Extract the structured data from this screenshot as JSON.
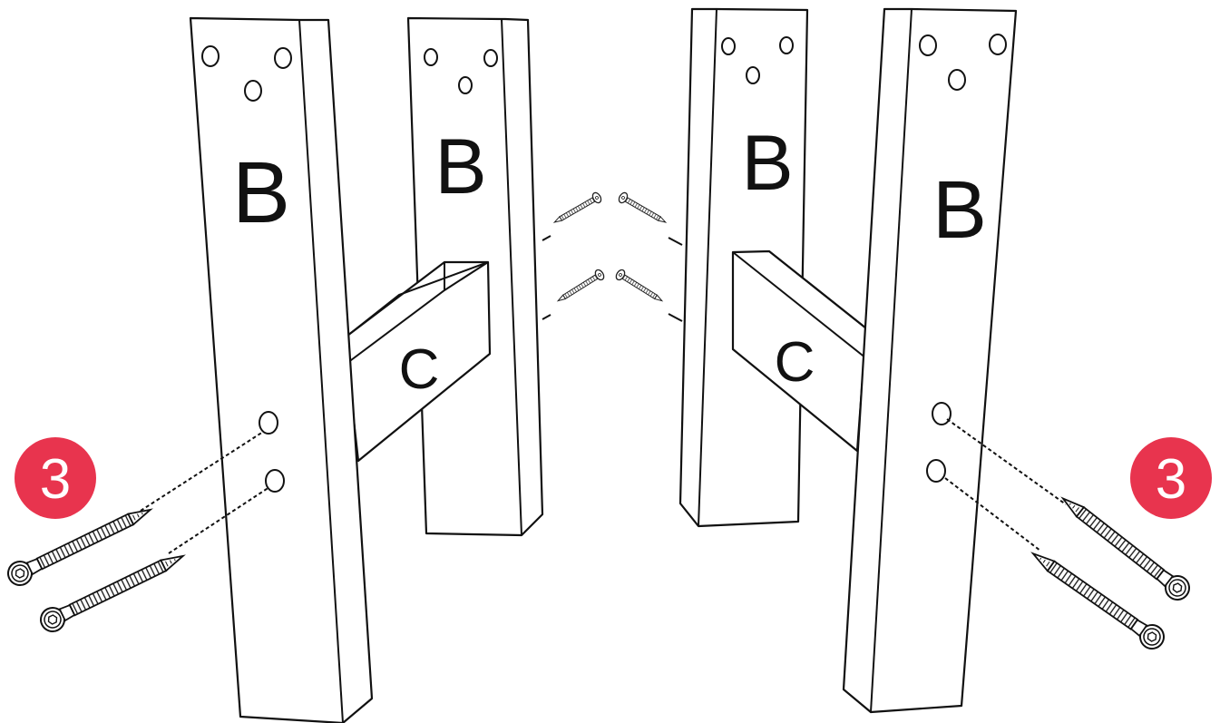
{
  "labels": {
    "leg": "B",
    "rail": "C",
    "step": "3"
  },
  "colors": {
    "badge": "#E8344E",
    "line": "#111111",
    "background": "#ffffff"
  },
  "icons": {
    "screw": "screw-icon",
    "badge": "step-badge"
  }
}
